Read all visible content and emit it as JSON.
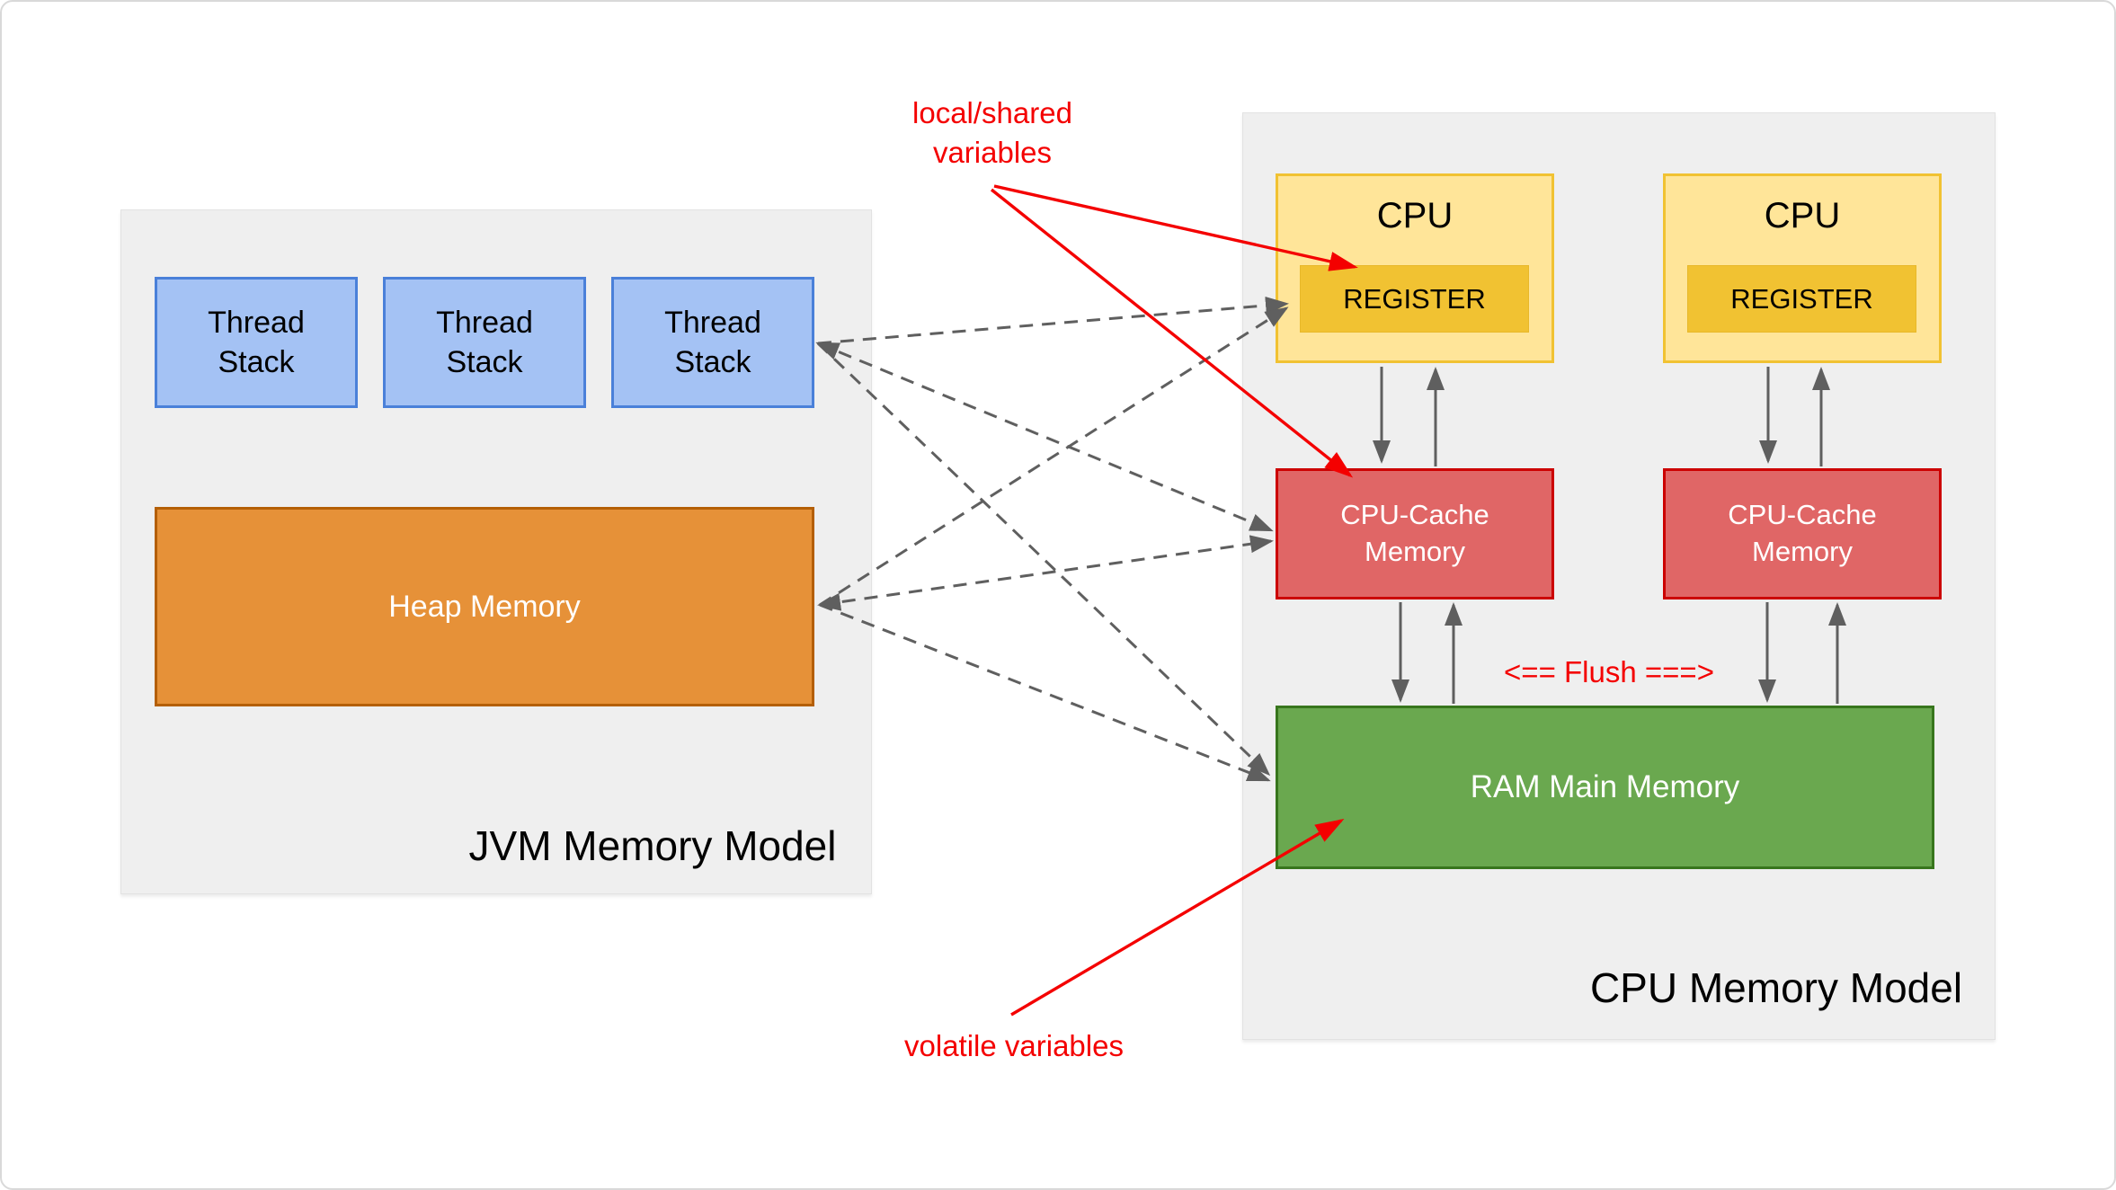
{
  "jvm_panel": {
    "title": "JVM Memory Model",
    "thread_stacks": [
      "Thread\nStack",
      "Thread\nStack",
      "Thread\nStack"
    ],
    "heap_label": "Heap Memory"
  },
  "cpu_panel": {
    "title": "CPU Memory Model",
    "units": [
      {
        "cpu_label": "CPU",
        "register_label": "REGISTER",
        "cache_label": "CPU-Cache\nMemory"
      },
      {
        "cpu_label": "CPU",
        "register_label": "REGISTER",
        "cache_label": "CPU-Cache\nMemory"
      }
    ],
    "ram_label": "RAM Main Memory"
  },
  "annotations": {
    "local_shared_variables": "local/shared\nvariables",
    "volatile_variables": "volatile variables",
    "flush": "<== Flush ===>"
  },
  "colors": {
    "annotation_red": "#f40000",
    "connector_gray": "#5f5f5f",
    "panel_fill": "#efefef",
    "thread_stack_fill": "#a4c2f4",
    "thread_stack_border": "#4a80d9",
    "heap_fill": "#e69138",
    "heap_border": "#b45f06",
    "cpu_fill": "#ffe599",
    "cpu_border": "#f1c232",
    "register_fill": "#f1c232",
    "cache_fill": "#e06666",
    "cache_border": "#cc0000",
    "ram_fill": "#6aa84f",
    "ram_border": "#38761d"
  }
}
